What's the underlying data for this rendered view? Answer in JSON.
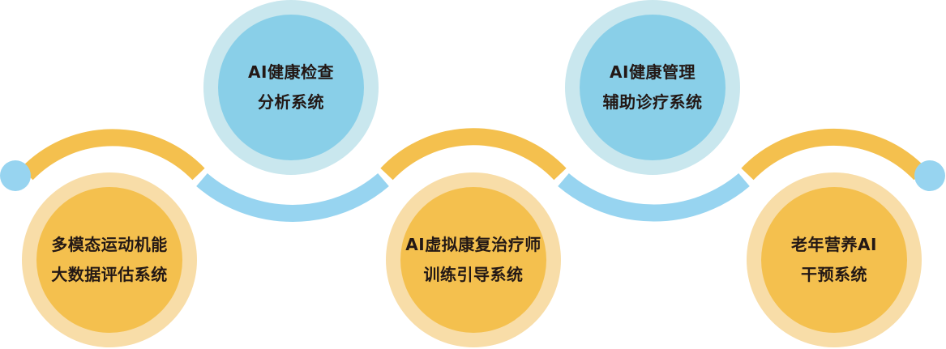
{
  "colors": {
    "orange": "#F4C04E",
    "orange_light": "#F8DDA8",
    "blue": "#89CFE8",
    "blue_light": "#C9E7EE",
    "arc_blue": "#97D4F0",
    "text": "#231815"
  },
  "nodes": [
    {
      "lines": [
        "多模态运动机能",
        "大数据评估系统"
      ],
      "color": "orange"
    },
    {
      "lines": [
        "AI健康检查",
        "分析系统"
      ],
      "color": "blue"
    },
    {
      "lines": [
        "AI虚拟康复治疗师",
        "训练引导系统"
      ],
      "color": "orange"
    },
    {
      "lines": [
        "AI健康管理",
        "辅助诊疗系统"
      ],
      "color": "blue"
    },
    {
      "lines": [
        "老年营养AI",
        "干预系统"
      ],
      "color": "orange"
    }
  ]
}
